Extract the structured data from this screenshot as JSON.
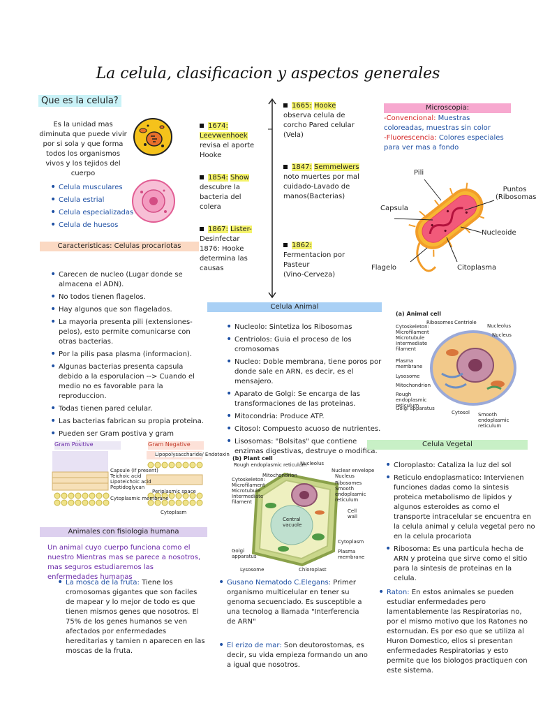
{
  "title": "La celula, clasificacion y aspectos generales",
  "que_es": {
    "heading": "Que es la celula?",
    "text": "Es la unidad mas diminuta que puede vivir por si sola y que forma todos los organismos vivos y los tejidos del cuerpo",
    "list": [
      "Celula musculares",
      "Celula estrial",
      "Celula especializadas",
      "Celula de huesos"
    ]
  },
  "timeline": [
    {
      "year": "1674:",
      "name": "Leevwenhoek",
      "text": "revisa el aporte Hooke"
    },
    {
      "year": "1854:",
      "name": "Show",
      "text": "descubre la bacteria del colera"
    },
    {
      "year": "1867:",
      "name": "Lister-",
      "text": "Desinfectar 1876: Hooke determina las causas"
    },
    {
      "year": "1665:",
      "name": "Hooke",
      "text": "observa celula de corcho Pared celular (Vela)"
    },
    {
      "year": "1847:",
      "name": "Semmelwers",
      "text": "noto muertes por mal cuidado-Lavado de manos(Bacterias)"
    },
    {
      "year": "1862:",
      "name": "Fermentacion por Pasteur",
      "text": "(Vino-Cerveza)"
    }
  ],
  "microscopia": {
    "heading": "Microscopia:",
    "conv_label": "-Convencional:",
    "conv_text": "Muestras coloreadas, muestras sin color",
    "fluo_label": "-Fluorescencia:",
    "fluo_text": "Colores especiales para ver mas a fondo"
  },
  "bacteria_labels": {
    "pili": "Pili",
    "puntos": "Puntos (Ribosomas)",
    "capsula": "Capsula",
    "nucleoide": "Nucleoide",
    "flagelo": "Flagelo",
    "citoplasma": "Citoplasma"
  },
  "procariotas": {
    "heading": "Caracteristicas: Celulas procariotas",
    "items": [
      "Carecen de nucleo (Lugar donde se almacena el ADN).",
      "No todos tienen flagelos.",
      "Hay algunos que son flagelados.",
      "La mayoria presenta pili (extensiones-pelos), esto permite comunicarse con otras bacterias.",
      "Por la pilis pasa plasma (informacion).",
      "Algunas bacterias presenta capsula debido a la esporulacion --> Cuando el medio no es favorable para la reproduccion.",
      "Todas tienen pared celular.",
      "Las bacterias fabrican su propia proteina.",
      "Pueden ser Gram postiva y gram negativa"
    ]
  },
  "gram": {
    "positive": "Gram Positive",
    "negative": "Gram Negative",
    "labels": [
      "Capsule (if present)",
      "Teichoic acid",
      "Lipoteichoic acid",
      "Peptidoglycan",
      "Cytoplasmic membrane",
      "Lipopolysaccharide/ Endotoxin",
      "Periplasmic space",
      "Cytoplasm"
    ]
  },
  "celula_animal": {
    "heading": "Celula Animal",
    "items": [
      "Nucleolo: Sintetiza los Ribosomas",
      "Centriolos: Guia el proceso de los cromosomas",
      "Nucleo: Doble membrana, tiene poros por donde sale en ARN, es decir, es el mensajero.",
      "Aparato de Golgi: Se encarga de las transformaciones de las proteinas.",
      "Mitocondria: Produce ATP.",
      "Citosol: Compuesto acuoso de nutrientes.",
      "Lisosomas: \"Bolsitas\" que contiene enzimas digestivas, destruye o modifica."
    ]
  },
  "animal_cell_fig": {
    "caption": "(a) Animal cell",
    "labels": [
      "Ribosomes",
      "Centriole",
      "Nucleolus",
      "Nucleus",
      "Cytoskeleton:",
      "Microfilament",
      "Microtubule",
      "Intermediate filament",
      "Plasma membrane",
      "Lysosome",
      "Mitochondrion",
      "Rough endoplasmic reticulum",
      "Golgi apparatus",
      "Cytosol",
      "Smooth endoplasmic reticulum"
    ]
  },
  "plant_cell_fig": {
    "caption": "(b) Plant cell",
    "labels": [
      "Rough endoplasmic reticulum",
      "Nucleolus",
      "Nuclear envelope",
      "Cytoskeleton:",
      "Mitochondrion",
      "Nucleus",
      "Microfilament",
      "Ribosomes",
      "Microtubule",
      "Smooth endoplasmic reticulum",
      "Intermediate filament",
      "Central vacuole",
      "Cell wall",
      "Golgi apparatus",
      "Cytoplasm",
      "Plasma membrane",
      "Lysosome",
      "Chloroplast"
    ]
  },
  "celula_vegetal": {
    "heading": "Celula Vegetal",
    "items": [
      "Cloroplasto: Cataliza la luz del sol",
      "Reticulo endoplasmatico: Intervienen funciones dadas como la sintesis proteica metabolismo de lipidos y algunos esteroides as como el transporte intracelular se encuentra en la celula animal y celula vegetal pero no en la celula procariota",
      "Ribosoma: Es una particula hecha de ARN y proteina que sirve como el sitio para la sintesis de proteinas en la celula."
    ]
  },
  "animales": {
    "heading": "Animales con fisiologia humana",
    "intro": "Un animal cuyo cuerpo funciona como el nuestro Mientras mas se parece a nosotros, mas seguros estudiaremos las enfermedades humanas",
    "mosca_label": "La mosca de la fruta:",
    "mosca_text": "Tiene los cromosomas gigantes que son faciles de mapear y lo mejor de todo es que tienen mismos genes que nosotros. El 75% de los genes humanos se ven afectados por enfermedades hereditarias y tamien n aparecen en las moscas de la fruta.",
    "gusano_label": "Gusano Nematodo C.Elegans:",
    "gusano_text": "Primer organismo multicelular en tener su genoma secuenciado. Es susceptible a una tecnolog a llamada \"Interferencia de ARN\"",
    "erizo_label": "El erizo de mar:",
    "erizo_text": "Son deutorostomas, es decir, su vida empieza formando un ano a igual que nosotros.",
    "raton_label": "Raton:",
    "raton_text": "En estos animales se pueden estudiar enfermedades pero lamentablemente las Respiratorias no, por el mismo motivo que los Ratones no estornudan. Es por eso que se utiliza al Huron Domestico, ellos si presentan enfermedades Respiratorias y esto permite que los biologos practiquen con este sistema."
  },
  "colors": {
    "pink_band": "#f7a8cf",
    "yellow_hl": "#f5f36b",
    "peach_band": "#fbd9c3",
    "blue_band": "#a9d0f5",
    "green_band": "#c8f0c6",
    "lavender_band": "#ddd0ef",
    "cyan_band": "#c9f2f7",
    "text_blue": "#1d4fa3",
    "text_red": "#d42323"
  }
}
